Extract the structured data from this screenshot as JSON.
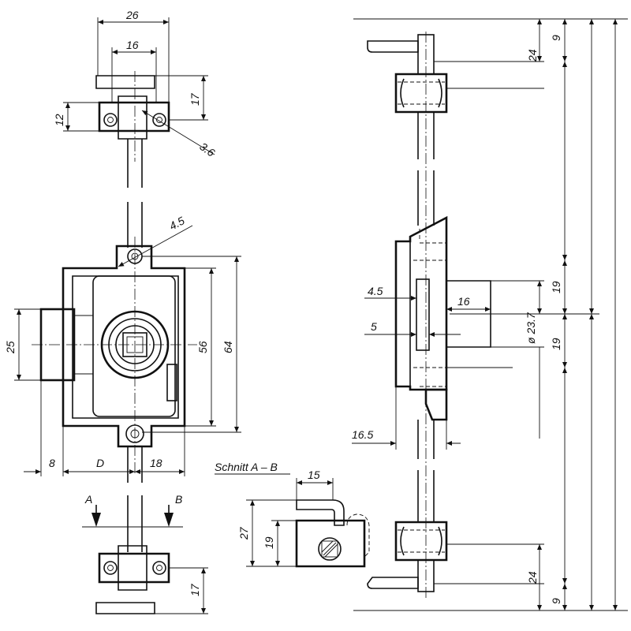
{
  "drawing": {
    "front_view": {
      "dims": {
        "width_top": "26",
        "width_inner": "16",
        "bracket_height": "17",
        "bracket_hole_spacing": "12",
        "hole_diameter": "3.6",
        "rod_hole": "4.5",
        "rod_offset": "25",
        "case_inner_height": "56",
        "case_height": "64",
        "left_offset": "8",
        "backset": "D",
        "right_offset": "18",
        "bottom_bracket_height": "17"
      },
      "section_marks": {
        "a": "A",
        "b": "B"
      }
    },
    "section_view": {
      "title": "Schnitt A – B",
      "dims": {
        "width": "15",
        "height_total": "27",
        "height_body": "19"
      }
    },
    "side_view": {
      "dims": {
        "top_gap": "9",
        "top_hook": "24",
        "upper_half": "19",
        "lower_half": "19",
        "depth_16": "16",
        "rod_45": "4.5",
        "slot_5": "5",
        "diameter": "ø 23.7",
        "base_165": "16.5",
        "bottom_hook": "24",
        "bottom_gap": "9"
      }
    }
  }
}
